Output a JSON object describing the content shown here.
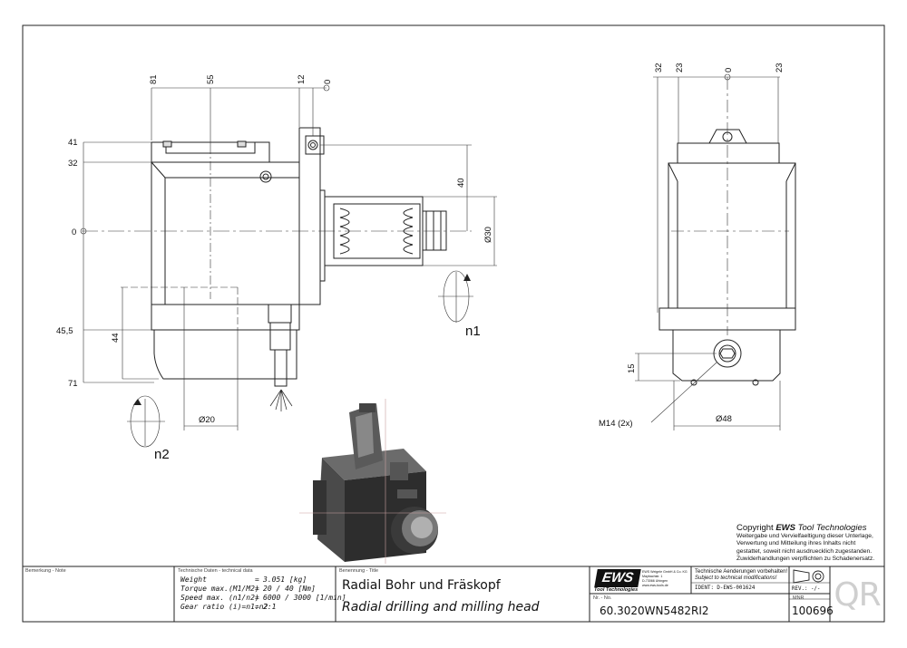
{
  "dims": {
    "side_top": [
      "81",
      "55",
      "12",
      "0"
    ],
    "side_left": [
      "41",
      "32",
      "0",
      "45,5",
      "71"
    ],
    "side_other": [
      "40",
      "Ø30",
      "44",
      "Ø20"
    ],
    "front_top": [
      "32",
      "23",
      "0",
      "23"
    ],
    "front_other": [
      "15",
      "Ø48",
      "M14 (2x)"
    ],
    "rotations": [
      "n1",
      "n2"
    ]
  },
  "copyright": {
    "prefix": "Copyright",
    "brand": "EWS",
    "suffix": "Tool Technologies",
    "lines": [
      "Weitergabe und Vervielfaeltigung dieser Unterlage,",
      "Verwertung und Mitteilung ihres Inhalts nicht",
      "gestattet, soweit nicht ausdruecklich zugestanden.",
      "Zuwiderhandlungen verpflichten zu Schadenersatz."
    ]
  },
  "title_block": {
    "note_caption": "Bemerkung - Note",
    "tech_caption": "Technische Daten - technical data",
    "tech_rows": [
      {
        "label": "Weight",
        "eq": "=",
        "value": "3.051 [kg]"
      },
      {
        "label": "Torque max.(M1/M2)",
        "eq": "=",
        "value": "20 / 40 [Nm]"
      },
      {
        "label": "Speed max. (n1/n2)",
        "eq": "=",
        "value": "6000 / 3000 [1/min]"
      },
      {
        "label": "Gear ratio (i)=n1:n2",
        "eq": "=",
        "value": "2:1"
      }
    ],
    "name_caption": "Benennung - Title",
    "title_de": "Radial Bohr und Fräskopf",
    "title_en": "Radial drilling and milling head",
    "logo": "EWS",
    "logo_sub": "Tool Technologies",
    "company_lines": [
      "EWS Weigele GmbH & Co. KG",
      "Maybachstr. 1",
      "D-73066 Uhingen",
      "www.ews-tools.de"
    ],
    "nr_caption": "Nr. - No.",
    "part_no": "60.3020WN5482RI2",
    "notice_de": "Technische Aenderungen vorbehalten!",
    "notice_en": "Subject to technical modifications!",
    "ident": "IDENT: D-EWS-001624",
    "rev": "REV.: -/-",
    "mnr_caption": "MNR",
    "mnr": "100696",
    "qr": "QR"
  }
}
